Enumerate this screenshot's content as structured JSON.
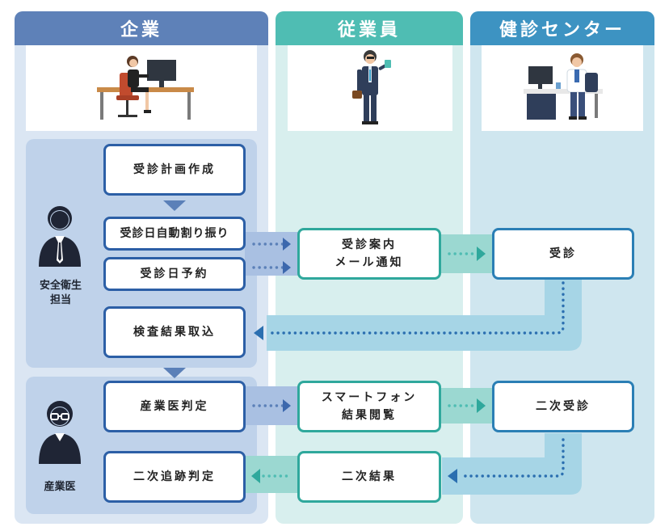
{
  "columns": {
    "company": "企業",
    "employee": "従業員",
    "health_center": "健診センター"
  },
  "roles": {
    "safety_officer": "安全衛生\n担当",
    "industrial_doctor": "産業医"
  },
  "steps": {
    "plan": "受診計画作成",
    "auto_assign": "受診日自動割り振り",
    "reserve": "受診日予約",
    "notify": "受診案内\nメール通知",
    "exam": "受診",
    "import_results": "検査結果取込",
    "doctor_judgment": "産業医判定",
    "smartphone_view": "スマートフォン\n結果閲覧",
    "second_exam": "二次受診",
    "second_result": "二次結果",
    "followup_judgment": "二次追跡判定"
  },
  "colors": {
    "company": "#5e81b8",
    "employee": "#4fbdb3",
    "health_center": "#3d93c2",
    "company_border": "#2c5fa6",
    "employee_border": "#2fa89c",
    "center_border": "#2b7fb5"
  },
  "icons": {
    "office_worker": "woman-at-desk-illustration",
    "employee": "businessman-with-phone-illustration",
    "doctor": "doctor-at-desk-illustration",
    "safety_officer": "person-tie-icon",
    "industrial_doctor": "person-glasses-icon"
  }
}
